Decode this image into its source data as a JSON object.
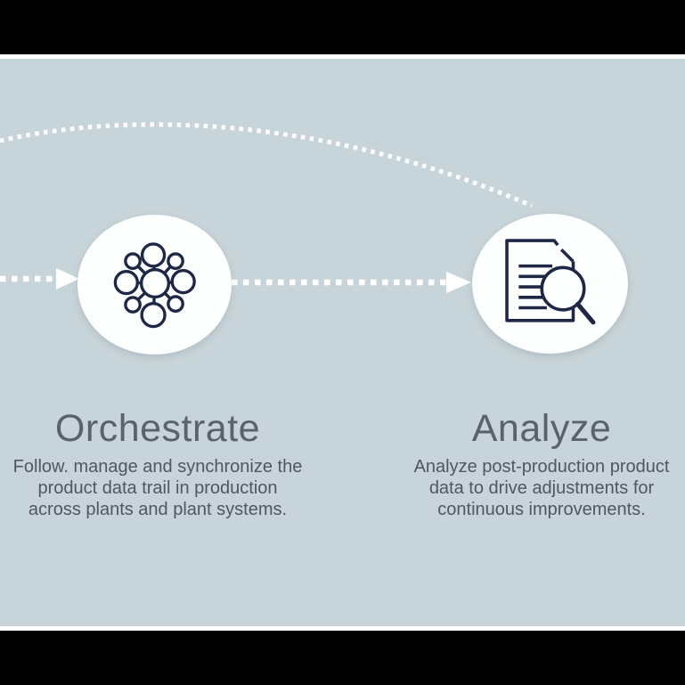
{
  "canvas": {
    "background_color": "#c7d4d9",
    "letterbox_color": "#000000",
    "divider_color": "#ffffff",
    "node_fill": "#fdfefe",
    "icon_stroke": "#1e2746",
    "connector_color": "#ffffff",
    "title_color": "#5a626d",
    "body_color": "#4e5862"
  },
  "steps": [
    {
      "title": "Orchestrate",
      "icon": "network-hub-icon",
      "description_lines": [
        "Follow. manage and synchronize the",
        "product data trail in production",
        "across plants and plant systems."
      ]
    },
    {
      "title": "Analyze",
      "icon": "document-search-icon",
      "description_lines": [
        "Analyze post-production product",
        "data to drive adjustments for",
        "continuous improvements."
      ]
    }
  ],
  "connectors": [
    {
      "name": "incoming-top-curve",
      "style": "dotted"
    },
    {
      "name": "incoming-left-arrow",
      "style": "dotted-arrow"
    },
    {
      "name": "orchestrate-to-analyze-arrow",
      "style": "dotted-arrow"
    }
  ]
}
